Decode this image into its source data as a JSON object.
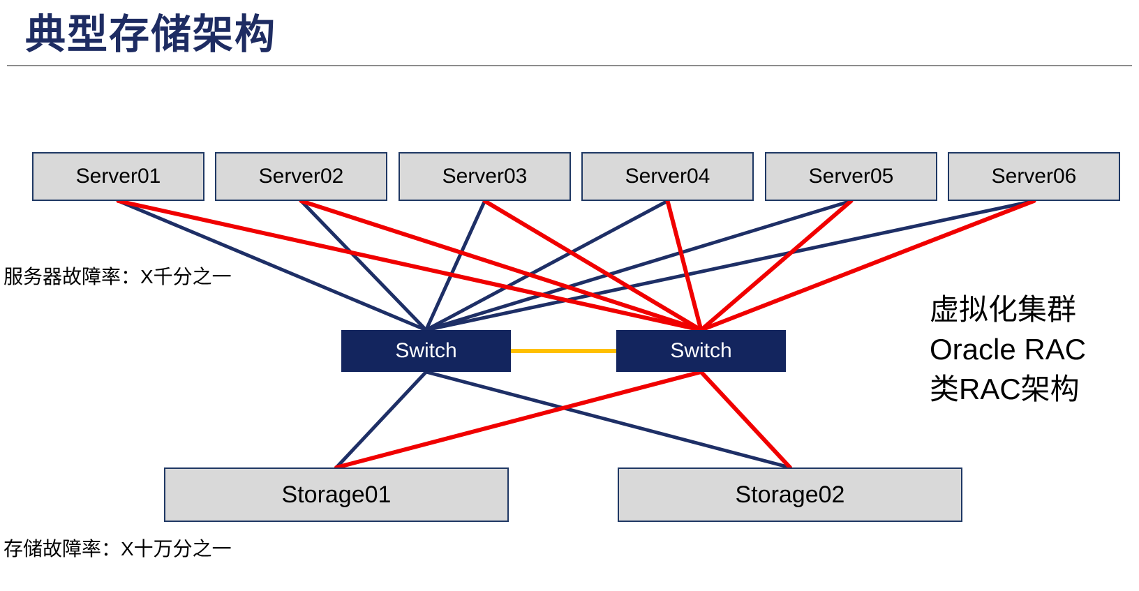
{
  "slide": {
    "title": "典型存储架构",
    "notes": {
      "server_failure": "服务器故障率：X千分之一",
      "storage_failure": "存储故障率：X十万分之一",
      "cluster_lines": [
        "虚拟化集群",
        "Oracle RAC",
        "类RAC架构"
      ]
    },
    "nodes": {
      "servers": [
        {
          "id": "server01",
          "label": "Server01"
        },
        {
          "id": "server02",
          "label": "Server02"
        },
        {
          "id": "server03",
          "label": "Server03"
        },
        {
          "id": "server04",
          "label": "Server04"
        },
        {
          "id": "server05",
          "label": "Server05"
        },
        {
          "id": "server06",
          "label": "Server06"
        }
      ],
      "switches": [
        {
          "id": "switch-left",
          "label": "Switch"
        },
        {
          "id": "switch-right",
          "label": "Switch"
        }
      ],
      "storages": [
        {
          "id": "storage01",
          "label": "Storage01"
        },
        {
          "id": "storage02",
          "label": "Storage02"
        }
      ]
    },
    "colors": {
      "navy": "#1e2f66",
      "red": "#f00000",
      "orange": "#ffc000"
    },
    "edges": [
      {
        "from": "server01",
        "to": "switch-left",
        "color": "navy",
        "w": 5
      },
      {
        "from": "server02",
        "to": "switch-left",
        "color": "navy",
        "w": 5
      },
      {
        "from": "server03",
        "to": "switch-left",
        "color": "navy",
        "w": 5
      },
      {
        "from": "server04",
        "to": "switch-left",
        "color": "navy",
        "w": 5
      },
      {
        "from": "server05",
        "to": "switch-left",
        "color": "navy",
        "w": 5
      },
      {
        "from": "server06",
        "to": "switch-left",
        "color": "navy",
        "w": 5
      },
      {
        "from": "switch-left",
        "to": "storage01",
        "color": "navy",
        "w": 5
      },
      {
        "from": "switch-left",
        "to": "storage02",
        "color": "navy",
        "w": 5
      },
      {
        "from": "server01",
        "to": "switch-right",
        "color": "red",
        "w": 6
      },
      {
        "from": "server02",
        "to": "switch-right",
        "color": "red",
        "w": 6
      },
      {
        "from": "server03",
        "to": "switch-right",
        "color": "red",
        "w": 6
      },
      {
        "from": "server04",
        "to": "switch-right",
        "color": "red",
        "w": 6
      },
      {
        "from": "server05",
        "to": "switch-right",
        "color": "red",
        "w": 6
      },
      {
        "from": "server06",
        "to": "switch-right",
        "color": "red",
        "w": 6
      },
      {
        "from": "switch-right",
        "to": "storage01",
        "color": "red",
        "w": 6
      },
      {
        "from": "switch-right",
        "to": "storage02",
        "color": "red",
        "w": 6
      },
      {
        "from": "switch-left",
        "to": "switch-right",
        "color": "orange",
        "w": 6,
        "anchor": "side"
      }
    ]
  }
}
